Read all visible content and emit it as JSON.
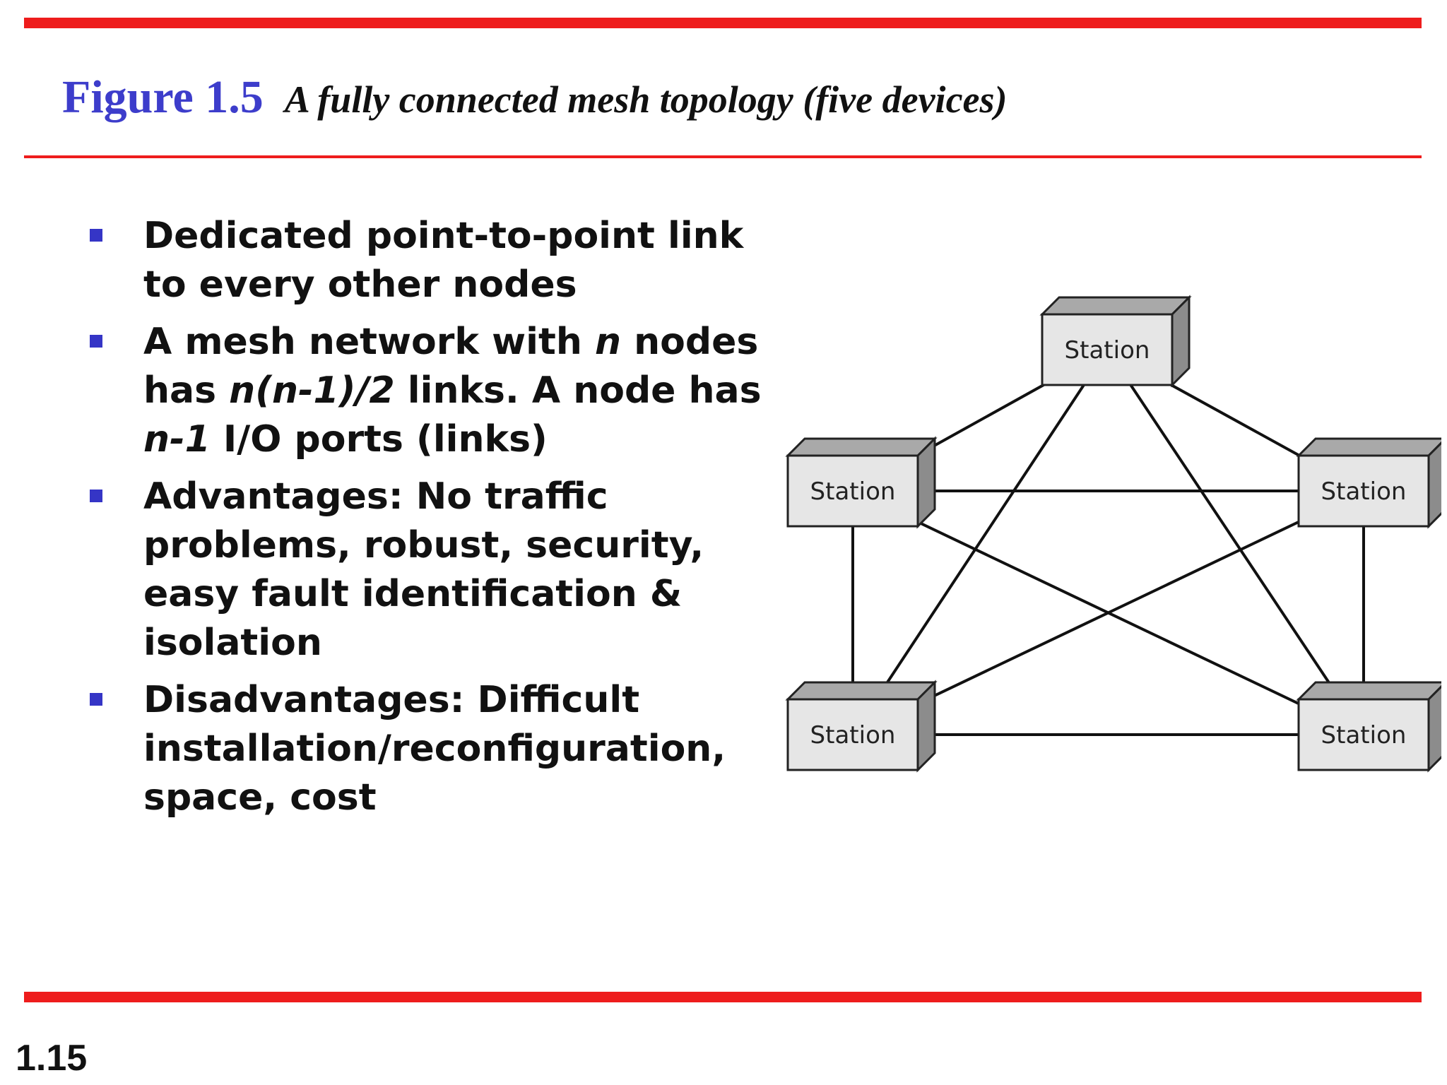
{
  "header": {
    "figure_number": "Figure 1.5",
    "figure_caption": "A fully connected mesh topology (five devices)"
  },
  "bullets": [
    [
      {
        "text": "Dedicated point-to-point link to every other nodes",
        "italic": false
      }
    ],
    [
      {
        "text": "A mesh network with ",
        "italic": false
      },
      {
        "text": "n",
        "italic": true
      },
      {
        "text": " nodes has ",
        "italic": false
      },
      {
        "text": "n(n-1)/2",
        "italic": true
      },
      {
        "text": " links.  A node has ",
        "italic": false
      },
      {
        "text": "n-1",
        "italic": true
      },
      {
        "text": " I/O ports (links)",
        "italic": false
      }
    ],
    [
      {
        "text": "Advantages: No traffic problems, robust, security, easy fault identification & isolation",
        "italic": false
      }
    ],
    [
      {
        "text": "Disadvantages: Difficult installation/reconfiguration, space, cost",
        "italic": false
      }
    ]
  ],
  "diagram": {
    "station_label": "Station",
    "colors": {
      "box_front": "#e6e6e6",
      "box_top": "#a9a9a9",
      "box_side": "#8c8c8c",
      "line": "#111111"
    }
  },
  "footer": {
    "page_number": "1.15"
  },
  "colors": {
    "rule": "#ee1c1c",
    "figure_number": "#3d3dcb",
    "bullet": "#3535c6"
  }
}
